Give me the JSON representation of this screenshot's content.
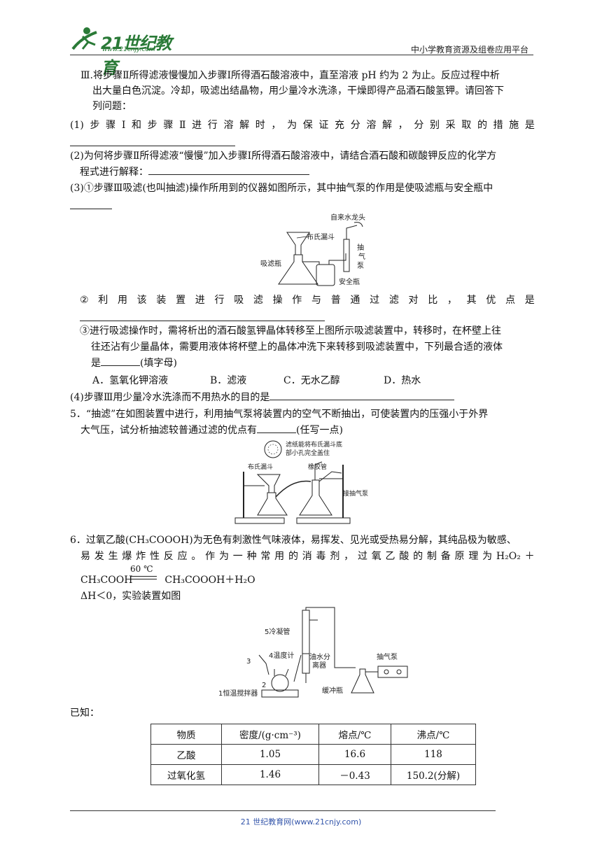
{
  "header": {
    "logo_text": "21世纪教育",
    "logo_url": "www.21cnjy.com",
    "platform": "中小学教育资源及组卷应用平台"
  },
  "q4": {
    "step3_l1": "Ⅲ.将步骤Ⅱ所得滤液慢慢加入步骤Ⅰ所得酒石酸溶液中，直至溶液 pH 约为 2 为止。反应过程中析",
    "step3_l2": "出大量白色沉淀。冷却，吸滤出结晶物，用少量冷水洗涤，干燥即得产品酒石酸氢钾。请回答下",
    "step3_l3": "列问题：",
    "p1_chars": [
      "(1)",
      "步",
      "骤",
      "Ⅰ",
      "和",
      "步",
      "骤",
      "Ⅱ",
      "进",
      "行",
      "溶",
      "解",
      "时",
      "，",
      "为",
      "保",
      "证",
      "充",
      "分",
      "溶",
      "解",
      "，",
      "分",
      "别",
      "采",
      "取",
      "的",
      "措",
      "施",
      "是"
    ],
    "p2_l1": "(2)为何将步骤Ⅱ所得滤液“慢慢”加入步骤Ⅰ所得酒石酸溶液中，请结合酒石酸和碳酸钾反应的化学方",
    "p2_l2": "程式进行解释：",
    "p3_l1": "(3)①步骤Ⅲ吸滤(也叫抽滤)操作所用到的仪器如图所示，其中抽气泵的作用是使吸滤瓶与安全瓶中",
    "fig1": {
      "tap": "自来水龙头",
      "funnel": "布氏漏斗",
      "pump": [
        "抽",
        "气",
        "泵"
      ],
      "flask": "吸滤瓶",
      "safety": "安全瓶"
    },
    "p3_2_chars": [
      "②",
      "利",
      "用",
      "该",
      "装",
      "置",
      "进",
      "行",
      "吸",
      "滤",
      "操",
      "作",
      "与",
      "普",
      "通",
      "过",
      "滤",
      "对",
      "比",
      "，",
      "其",
      "优",
      "点",
      "是"
    ],
    "p3_3_l1": "③进行吸滤操作时，需将析出的酒石酸氢钾晶体转移至上图所示吸滤装置中，转移时，在杯壁上往",
    "p3_3_l2": "往还沾有少量晶体，需要用液体将杯壁上的晶体冲洗下来转移到吸滤装置中，下列最合适的液体",
    "p3_3_l3a": "是",
    "p3_3_l3b": "(填字母)",
    "options": [
      "A．氢氧化钾溶液",
      "B．滤液",
      "C．无水乙醇",
      "D．热水"
    ],
    "p4": "(4)步骤Ⅲ用少量冷水洗涤而不用热水的目的是"
  },
  "q5": {
    "l1": "5．“抽滤”在如图装置中进行，利用抽气泵将装置内的空气不断抽出，可使装置内的压强小于外界",
    "l2a": "大气压，试分析抽滤较普通过滤的优点有",
    "l2b": "(任写一点)",
    "fig2": {
      "note_l1": "滤纸能将布氏漏斗底",
      "note_l2": "部小孔完全盖住",
      "funnel": "布氏漏斗",
      "tube": "橡胶管",
      "pump": "接抽气泵"
    }
  },
  "q6": {
    "l1": "6．过氧乙酸(CH₃COOOH)为无色有刺激性气味液体，易挥发、见光或受热易分解，其纯品极为敏感、",
    "l2_chars": [
      "易",
      "发",
      "生",
      "爆",
      "炸",
      "性",
      "反",
      "应",
      "。",
      "作",
      "为",
      "一",
      "种",
      "常",
      "用",
      "的",
      "消",
      "毒",
      "剂",
      "，",
      "过",
      "氧",
      "乙",
      "酸",
      "的",
      "制",
      "备",
      "原",
      "理",
      "为",
      "H₂O₂",
      "＋"
    ],
    "cond": "60 ℃",
    "eq_left": "CH₃COOH",
    "eq_right": "CH₃COOOH＋H₂O",
    "dh": "ΔH＜0，实验装置如图",
    "fig3": {
      "condenser": "5冷凝管",
      "thermo": "4温度计",
      "sep_l1": "油水分",
      "sep_l2": "离器",
      "pump": "抽气泵",
      "n3": "3",
      "n2": "2",
      "stirrer": "1恒温搅拌器",
      "buffer": "缓冲瓶"
    },
    "known": "已知：",
    "table": {
      "headers": [
        "物质",
        "密度/(g·cm⁻³)",
        "熔点/℃",
        "沸点/℃"
      ],
      "rows": [
        [
          "乙酸",
          "1.05",
          "16.6",
          "118"
        ],
        [
          "过氧化氢",
          "1.46",
          "－0.43",
          "150.2(分解)"
        ]
      ]
    }
  },
  "footer": "21 世纪教育网(www.21cnjy.com)"
}
